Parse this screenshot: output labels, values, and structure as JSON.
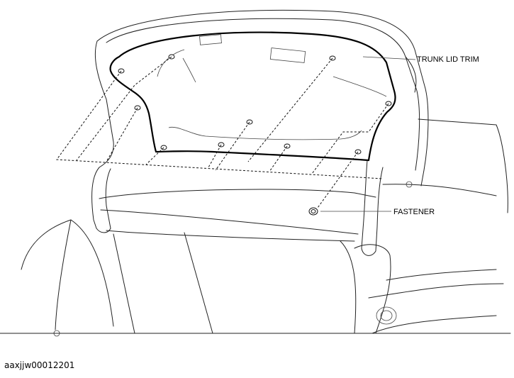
{
  "labels": {
    "trunk_lid_trim": "TRUNK LID TRIM",
    "fastener": "FASTENER"
  },
  "figure_id": "aaxjjw00012201"
}
